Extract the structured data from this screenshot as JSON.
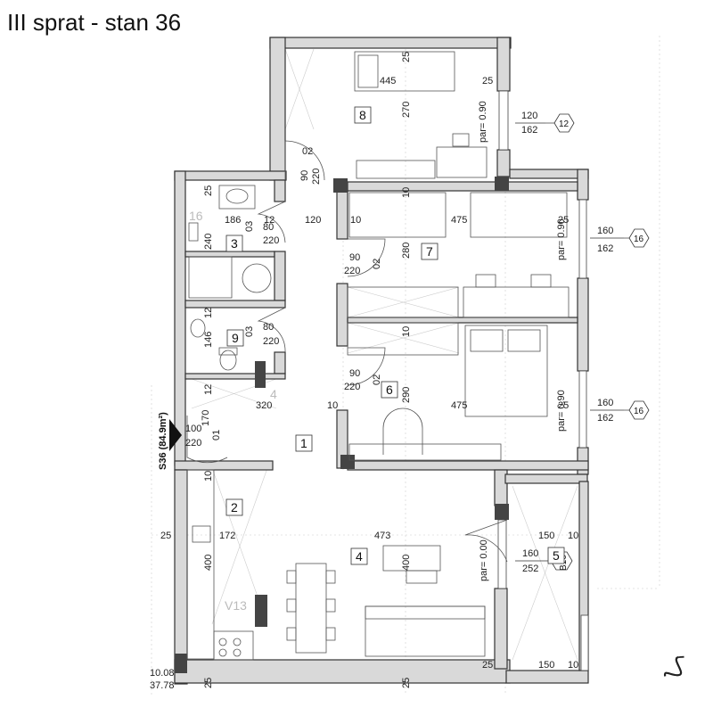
{
  "title": "III sprat - stan 36",
  "unit_label": "S36 (84.9m²)",
  "rooms": {
    "r1": "1",
    "r2": "2",
    "r3": "3",
    "r4": "4",
    "r5": "5",
    "r6": "6",
    "r7": "7",
    "r8": "8",
    "r9": "9"
  },
  "faint_labels": {
    "f16": "16",
    "f4": "4",
    "v13": "V13"
  },
  "windows": {
    "w8": {
      "sill": "par= 0.90",
      "width": "120",
      "height": "162",
      "type": "12"
    },
    "w7": {
      "sill": "par= 0.90",
      "width": "160",
      "height": "162",
      "type": "16"
    },
    "w6": {
      "sill": "par= 0.90",
      "width": "160",
      "height": "162",
      "type": "16"
    },
    "w4": {
      "sill": "par= 0.00",
      "width": "160",
      "height": "252",
      "type": "B16"
    }
  },
  "doors": {
    "d8": {
      "a": "02",
      "b": "90",
      "c": "220"
    },
    "d3": {
      "a": "80",
      "b": "220",
      "c": "03"
    },
    "d7": {
      "a": "90",
      "b": "220",
      "c": "02"
    },
    "d9": {
      "a": "80",
      "b": "220",
      "c": "03"
    },
    "d6": {
      "a": "90",
      "b": "220",
      "c": "02"
    },
    "dent": {
      "a": "100",
      "b": "220",
      "c": "170",
      "d": "01"
    }
  },
  "dims": {
    "r8_w": "445",
    "r8_h": "270",
    "r8_t1": "25",
    "r8_t2": "25",
    "r7_w": "475",
    "r7_h": "280",
    "r7_l": "10",
    "r7_top": "10",
    "r6_w": "475",
    "r6_h": "290",
    "r6_l": "10",
    "r6_top": "10",
    "r3_w": "186",
    "r3_h": "240",
    "r3_t": "25",
    "r3_b": "12",
    "r9_h": "146",
    "r9_t": "12",
    "hall_w": "320",
    "hall_t": "12",
    "hall_mid": "120",
    "r2_w": "172",
    "r2_h": "400",
    "r2_t": "10",
    "r4_w": "473",
    "r4_h": "400",
    "r4_l": "25",
    "r5_w": "150",
    "r5_w2": "150",
    "r5_r": "10",
    "r5_r2": "10",
    "bot_25a": "25",
    "bot_25b": "25",
    "bot_25c": "25",
    "r6_r": "25",
    "r7_r": "25",
    "lvl1": "10.08",
    "lvl2": "37.78"
  },
  "north_icon": "north-arrow-icon"
}
